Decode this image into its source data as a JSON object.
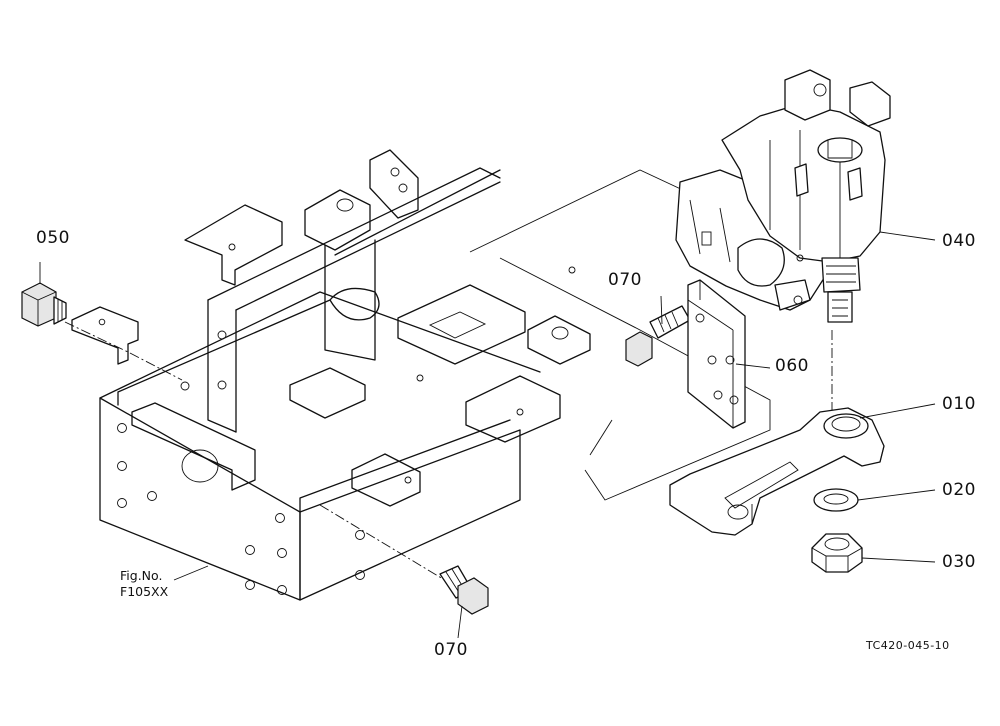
{
  "parts": [
    {
      "id": "050"
    },
    {
      "id": "070"
    },
    {
      "id": "060"
    },
    {
      "id": "040"
    },
    {
      "id": "010"
    },
    {
      "id": "020"
    },
    {
      "id": "030"
    },
    {
      "id": "070"
    }
  ],
  "fig_ref": {
    "line1": "Fig.No.",
    "line2": "F105XX"
  },
  "drawing_code": "TC420-045-10"
}
